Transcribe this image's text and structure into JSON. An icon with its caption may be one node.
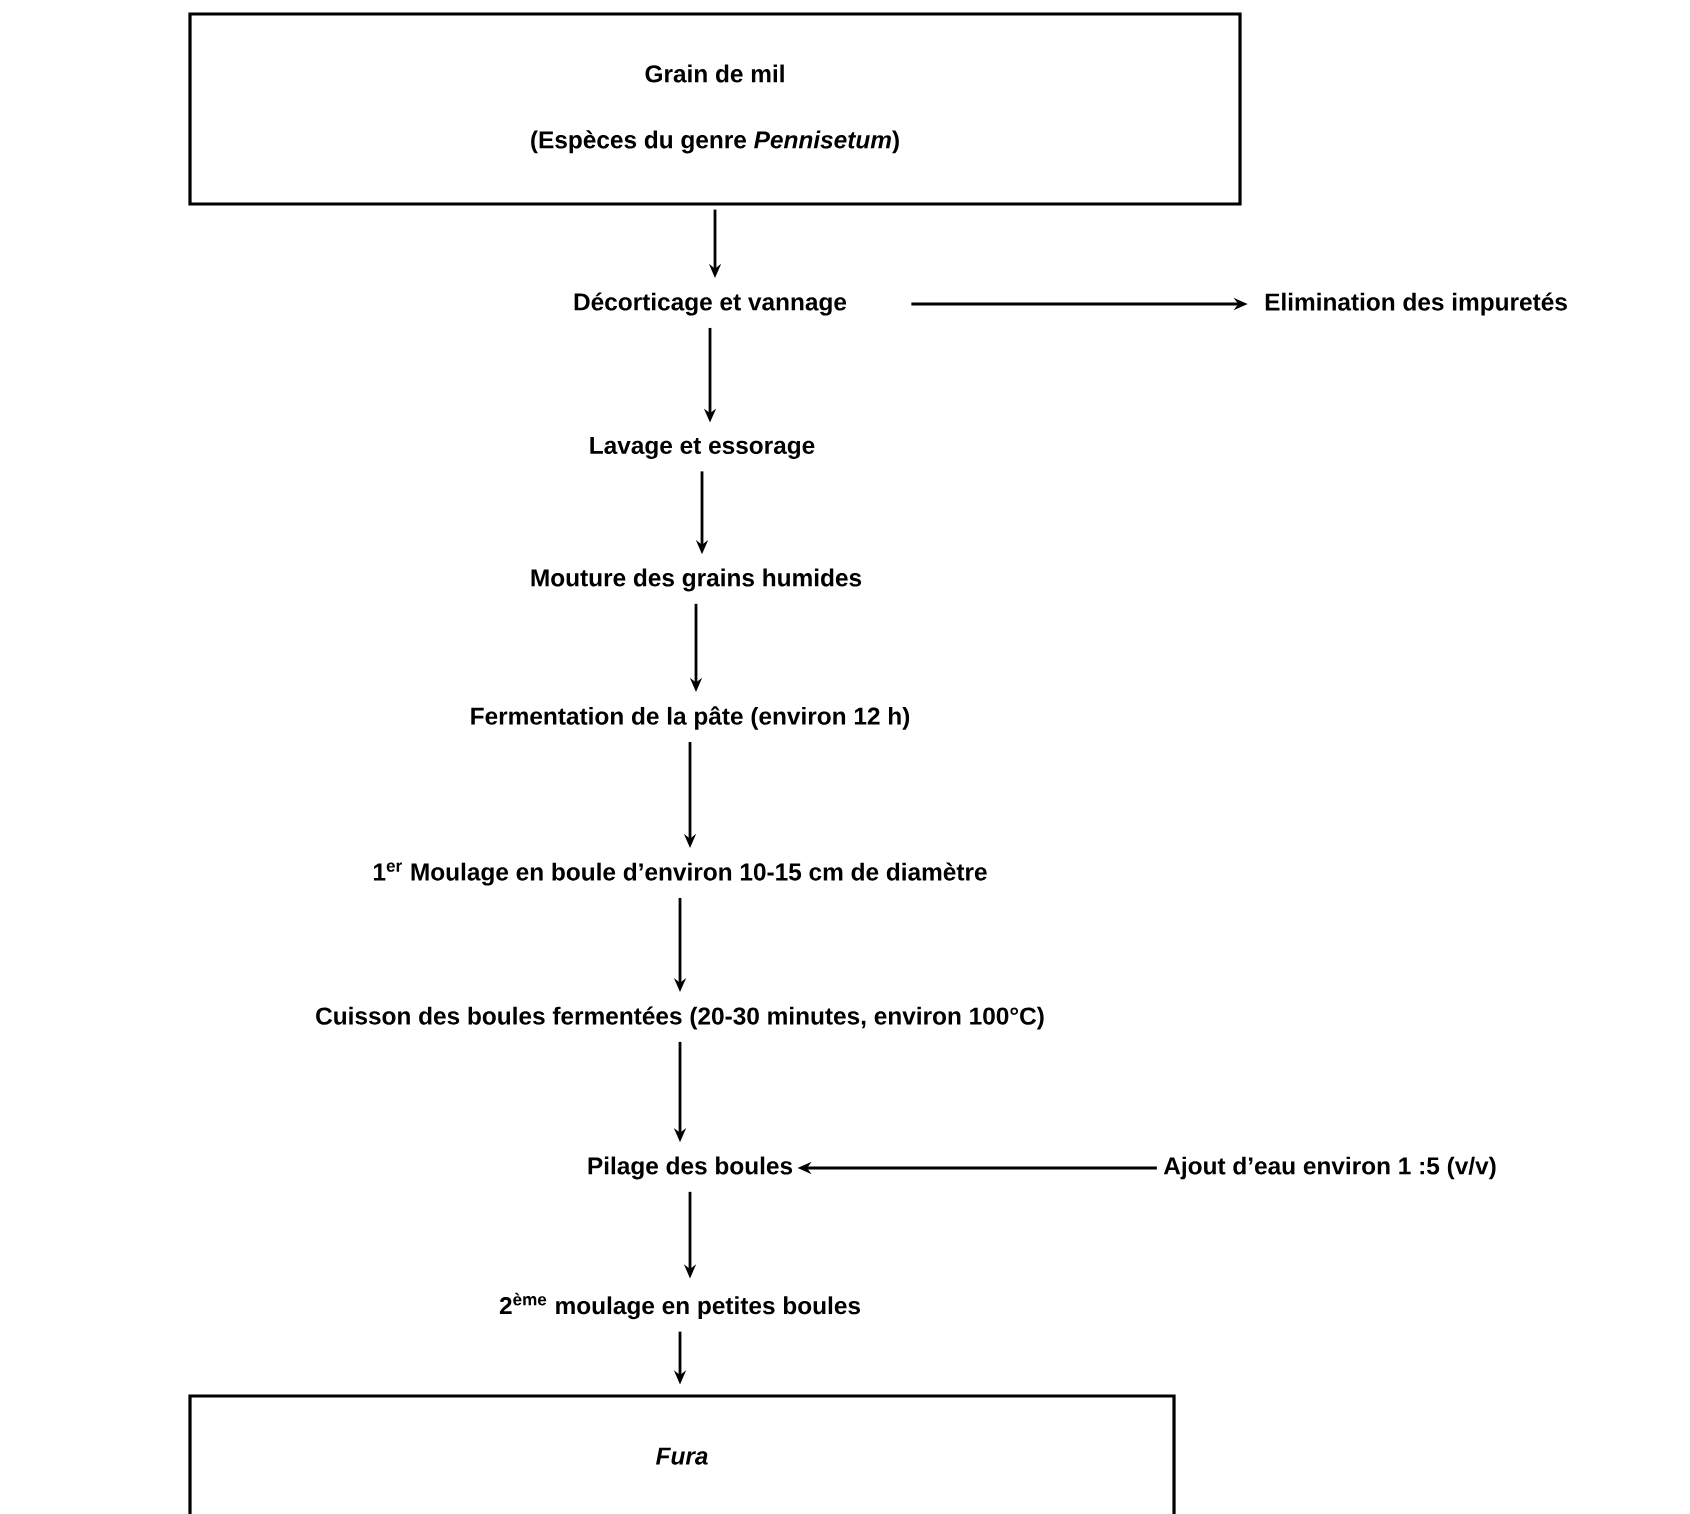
{
  "diagram": {
    "nodes": [
      {
        "text": [
          "Grain de mil",
          "(Espèces du genre *Pennisetum*)"
        ]
      },
      {
        "text": [
          "Décorticage et vannage"
        ]
      },
      {
        "text": [
          "Elimination des impuretés"
        ]
      },
      {
        "text": [
          "Lavage et essorage"
        ]
      },
      {
        "text": [
          "Mouture des grains humides"
        ]
      },
      {
        "text": [
          "Fermentation de la pâte (environ 12 h)"
        ]
      },
      {
        "text": [
          "1$^{er}$ Moulage en boule d’environ 10-15 cm de diamètre"
        ]
      },
      {
        "text": [
          "Cuisson des boules fermentées (20-30 minutes, environ 100°C)"
        ]
      },
      {
        "text": [
          "Pilage des boules"
        ]
      },
      {
        "text": [
          "Ajout d’eau environ 1 :5 (v/v)"
        ]
      },
      {
        "text": [
          "2$^{ème}$ moulage en petites boules"
        ]
      },
      {
        "text": [
          "Fura"
        ]
      }
    ],
    "edges": [
      {
        "from": 0,
        "to": 1,
        "arrow": "to"
      },
      {
        "from": 1,
        "to": 2,
        "arrow": "to"
      },
      {
        "from": 1,
        "to": 3,
        "arrow": "to"
      },
      {
        "from": 3,
        "to": 4,
        "arrow": "to"
      },
      {
        "from": 4,
        "to": 5,
        "arrow": "to"
      },
      {
        "from": 5,
        "to": 6,
        "arrow": "to"
      },
      {
        "from": 6,
        "to": 7,
        "arrow": "to"
      },
      {
        "from": 7,
        "to": 8,
        "arrow": "to"
      },
      {
        "from": 9,
        "to": 8,
        "arrow": "to"
      },
      {
        "from": 8,
        "to": 10,
        "arrow": "to"
      },
      {
        "from": 10,
        "to": 11,
        "arrow": "to"
      }
    ]
  }
}
